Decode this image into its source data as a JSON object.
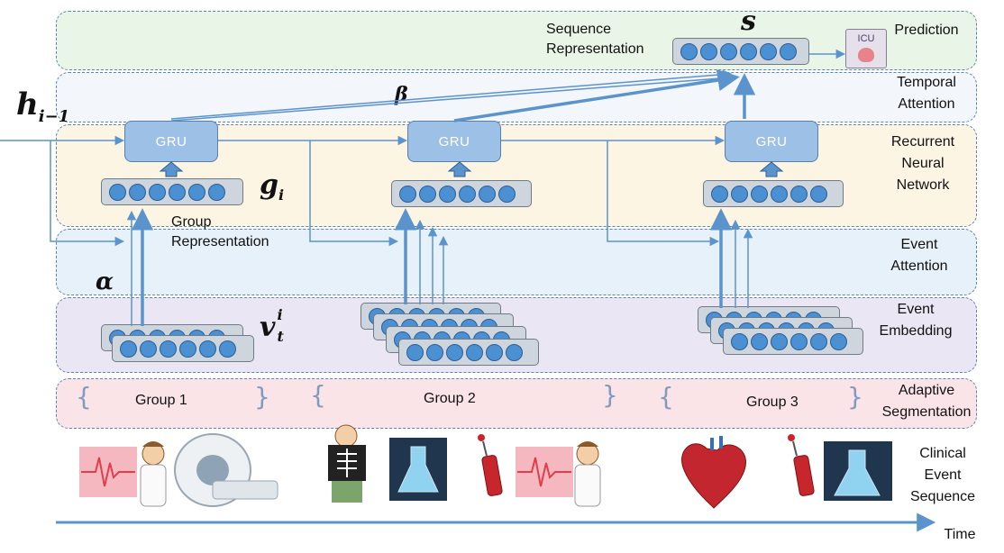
{
  "math": {
    "s": "s",
    "beta": "β",
    "h_base": "h",
    "h_sub": "i−1",
    "g_base": "g",
    "g_sub": "i",
    "alpha": "α",
    "v_base": "v",
    "v_sup": "i",
    "v_sub": "t"
  },
  "labels": {
    "sequence_representation": "Sequence\nRepresentation",
    "prediction": "Prediction",
    "temporal_attention": "Temporal\nAttention",
    "recurrent_nn": "Recurrent\nNeural\nNetwork",
    "group_representation": "Group\nRepresentation",
    "event_attention": "Event\nAttention",
    "event_embedding": "Event\nEmbedding",
    "adaptive_segmentation": "Adaptive\nSegmentation",
    "clinical_event_sequence": "Clinical\nEvent\nSequence",
    "time": "Time",
    "icu": "ICU"
  },
  "gru_label": "GRU",
  "groups": [
    "Group 1",
    "Group 2",
    "Group 3"
  ],
  "icons": [
    "ecg-icon",
    "doctor-icon",
    "mri-scanner-icon",
    "xray-child-icon",
    "lab-flask-icon",
    "syringe-icon",
    "ecg-icon",
    "doctor-icon",
    "heart-icon",
    "syringe-icon",
    "lab-flask-icon"
  ],
  "colors": {
    "prediction_band": "#e9f5e6",
    "temporal_band": "#f3f6fb",
    "rnn_band": "#fdf5e3",
    "attention_band": "#e6f1fa",
    "embedding_band": "#ebe6f3",
    "segmentation_band": "#fbe4e8",
    "arrow": "#5b94cc",
    "dot": "#4a90d2"
  }
}
